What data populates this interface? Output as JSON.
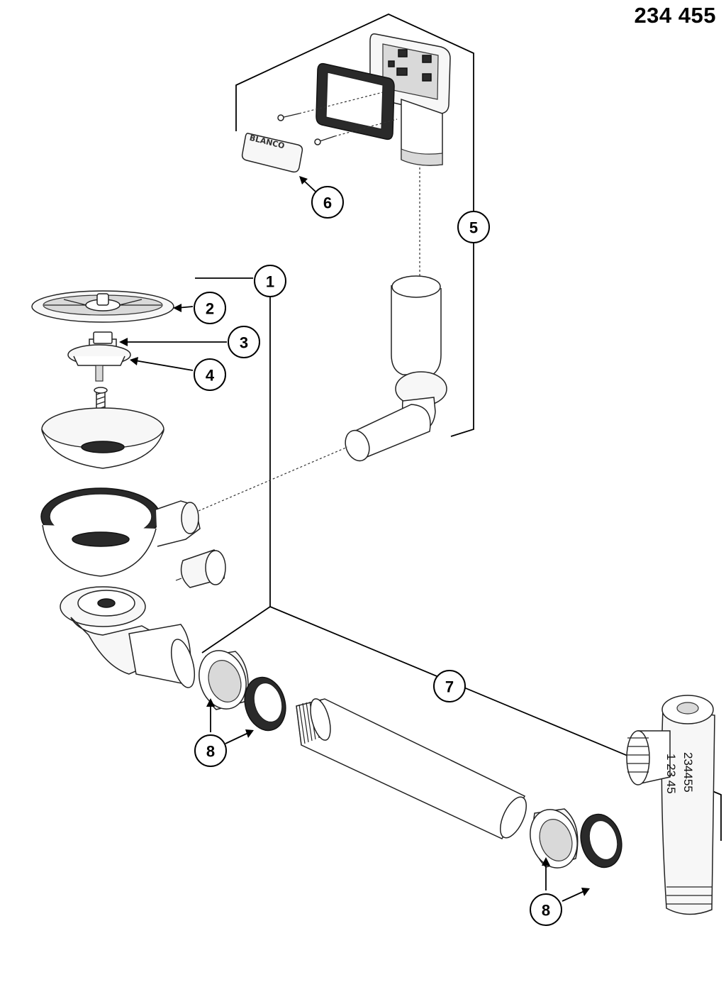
{
  "document": {
    "article_number": "234 455"
  },
  "callouts": [
    "1",
    "2",
    "3",
    "4",
    "5",
    "6",
    "7",
    "8",
    "8"
  ],
  "branding": {
    "plate_text": "BLANCO"
  },
  "tee_label": {
    "line1": "234455",
    "line2": "1 23 45"
  }
}
